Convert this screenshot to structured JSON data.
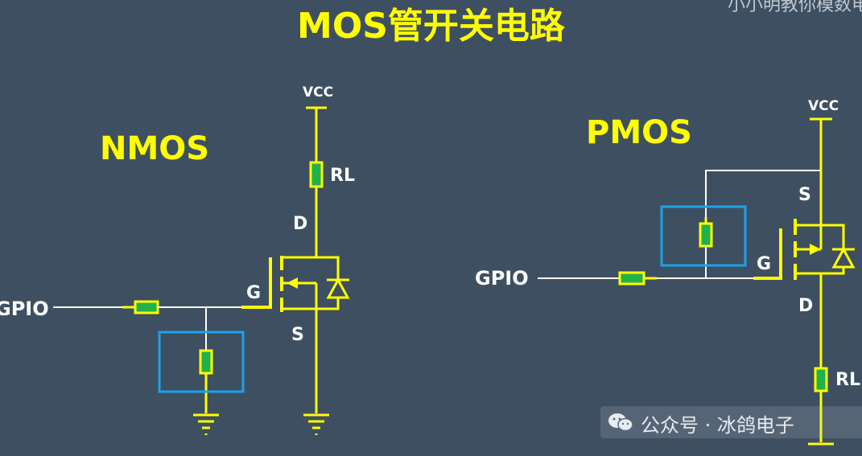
{
  "title": "MOS管开关电路",
  "corner_text": "小小明教你模数电",
  "nmos": {
    "label": "NMOS",
    "gpio": "GPIO",
    "vcc": "VCC",
    "rl": "RL",
    "drain": "D",
    "gate": "G",
    "source": "S"
  },
  "pmos": {
    "label": "PMOS",
    "gpio": "GPIO",
    "vcc": "VCC",
    "rl": "RL",
    "drain": "D",
    "gate": "G",
    "source": "S"
  },
  "watermark": {
    "text": "公众号 · 冰鸽电子",
    "icon": "wechat-icon"
  },
  "colors": {
    "background": "#3e4f62",
    "wire_yellow": "#ffff00",
    "wire_white": "#ffffff",
    "resistor_fill": "#21b24b",
    "highlight_box": "#1aa3e8"
  }
}
